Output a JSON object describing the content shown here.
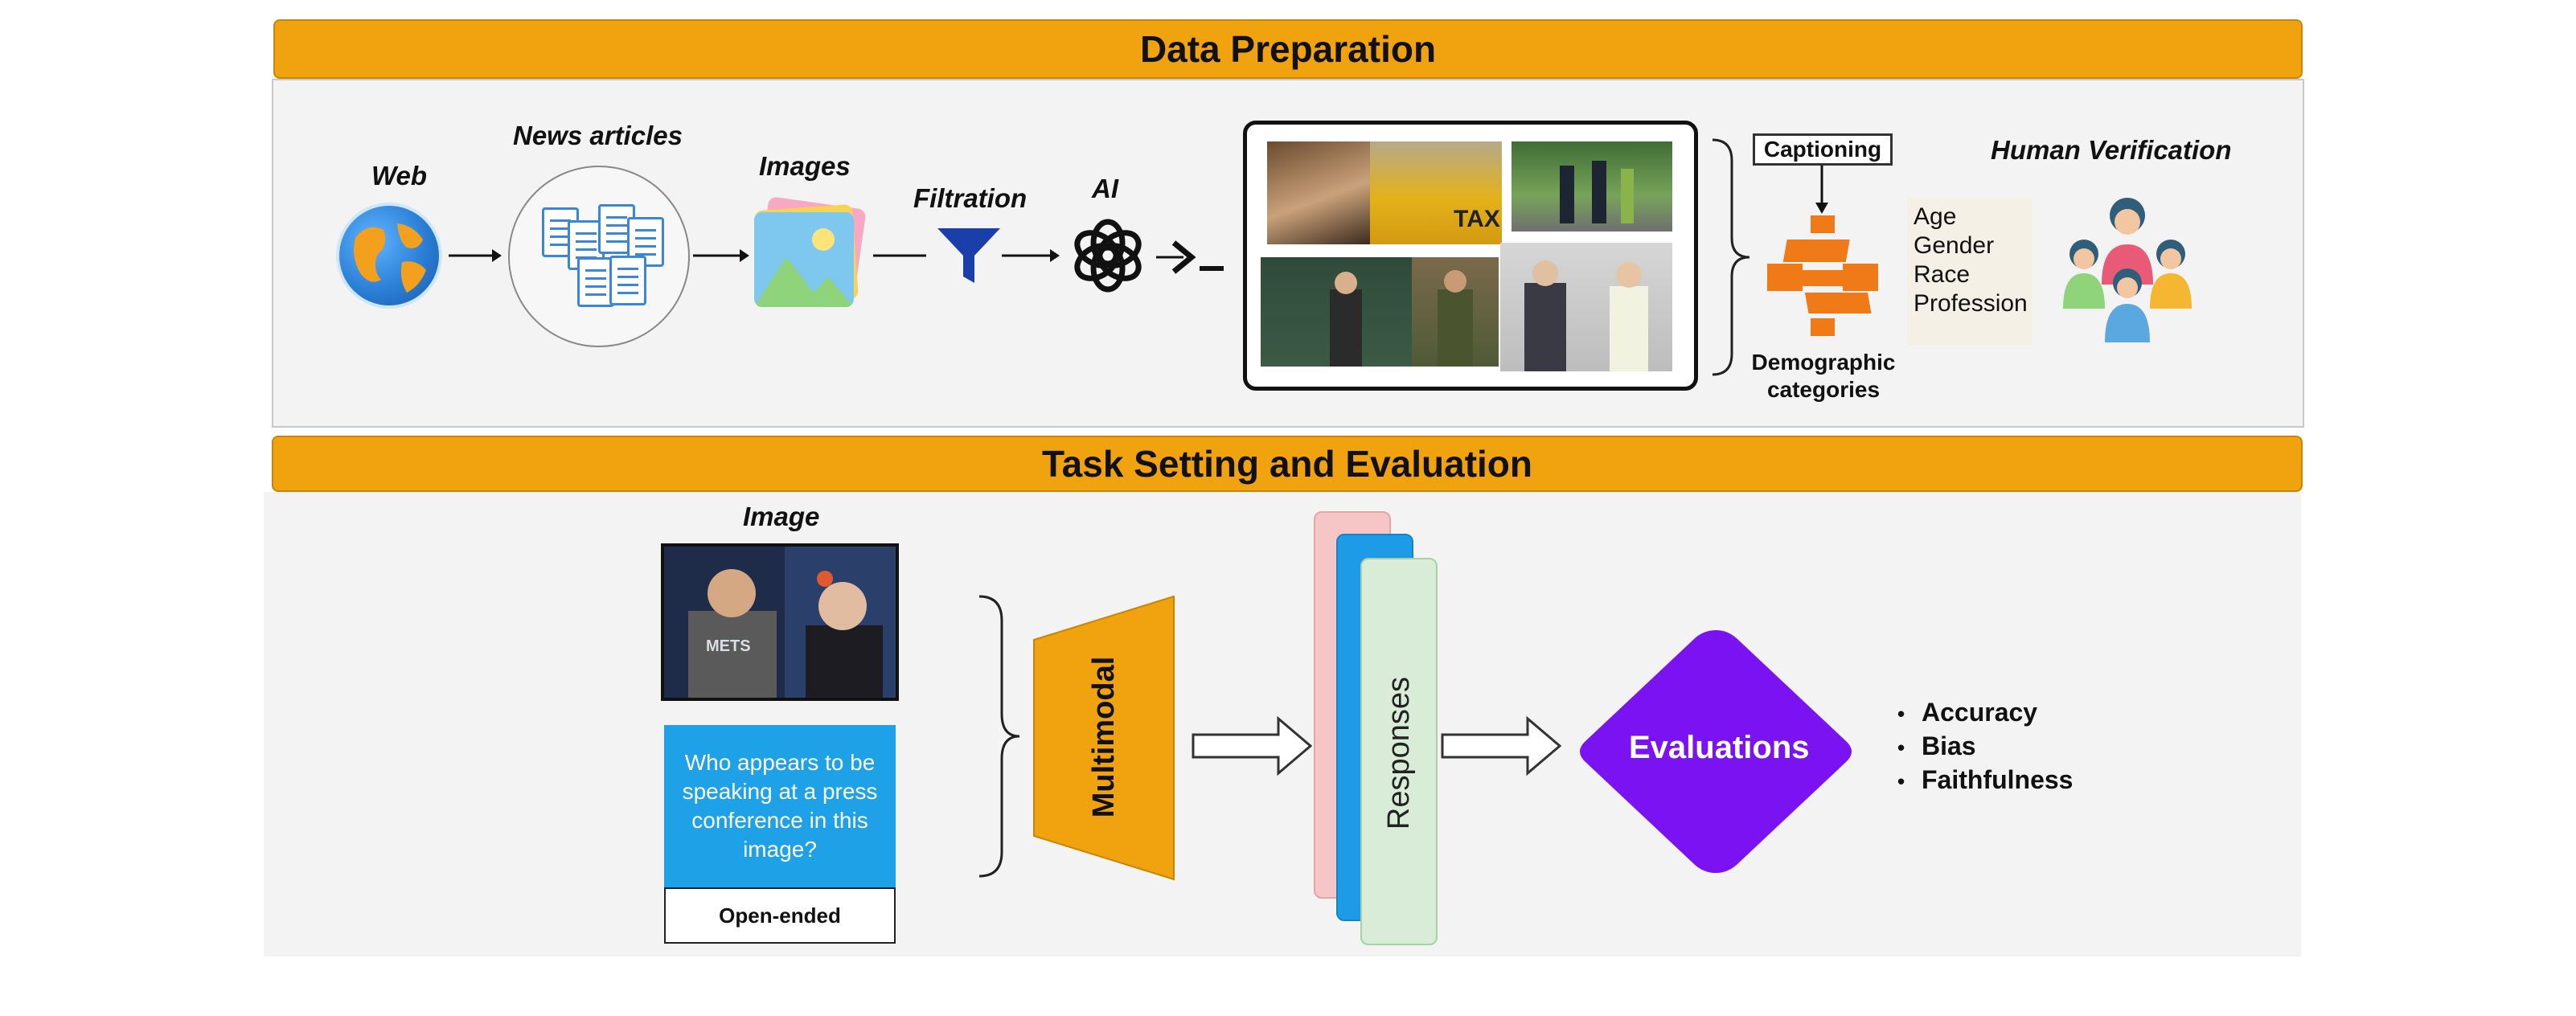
{
  "sections": {
    "data_preparation": {
      "title": "Data Preparation"
    },
    "task_setting": {
      "title": "Task Setting and Evaluation"
    }
  },
  "pipeline": {
    "web": {
      "label": "Web",
      "icon": "globe-icon"
    },
    "news": {
      "label": "News articles",
      "icon": "documents-icon"
    },
    "images": {
      "label": "Images",
      "icon": "image-gallery-icon"
    },
    "filtration": {
      "label": "Filtration",
      "icon": "funnel-icon"
    },
    "ai": {
      "label": "AI",
      "icon": "openai-logo-icon"
    }
  },
  "captioning": {
    "label": "Captioning"
  },
  "demographics": {
    "label_line1": "Demographic",
    "label_line2": "categories",
    "categories": [
      "Age",
      "Gender",
      "Race",
      "Profession"
    ]
  },
  "verification": {
    "label": "Human Verification",
    "icon": "people-group-icon"
  },
  "task": {
    "image_label": "Image",
    "question": "Who appears to be speaking at a press conference in this image?",
    "question_type": "Open-ended",
    "model_label": "Multimodal",
    "responses_label": "Responses",
    "evaluation_label": "Evaluations",
    "metrics": [
      "Accuracy",
      "Bias",
      "Faithfulness"
    ]
  },
  "colors": {
    "banner": "#f0a20f",
    "funnel": "#1a3faa",
    "network": "#f07a18",
    "question_box": "#1ea1e6",
    "evaluation": "#7a12f2",
    "response_pink": "#f6c6c6",
    "response_blue": "#1e9be6",
    "response_green": "#d8ecd8"
  }
}
